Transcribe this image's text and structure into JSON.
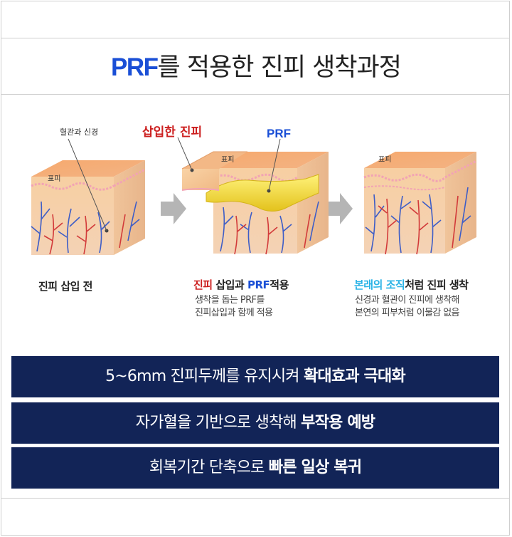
{
  "title": {
    "highlight": "PRF",
    "rest": "를 적용한 진피 생착과정"
  },
  "labels": {
    "vessel_nerve": "혈관과 신경",
    "epidermis": "표피",
    "inserted_dermis": "삽입한 진피",
    "prf": "PRF"
  },
  "steps": [
    {
      "title": "진피 삽입 전"
    },
    {
      "title_red": "진피",
      "title_mid": " 삽입과 ",
      "title_blue": "PRF",
      "title_end": "적용",
      "desc_line1": "생착을 돕는 PRF를",
      "desc_line2": "진피삽입과 함께 적용"
    },
    {
      "title_cyan": "본래의 조직",
      "title_end": "처럼 진피 생착",
      "desc_line1": "신경과 혈관이 진피에 생착해",
      "desc_line2": "본연의 피부처럼 이물감 없음"
    }
  ],
  "benefits": [
    {
      "normal": "5~6mm 진피두께를 유지시켜 ",
      "bold": "확대효과 극대화"
    },
    {
      "normal": "자가혈을 기반으로 생착해 ",
      "bold": "부작용 예방"
    },
    {
      "normal": "회복기간 단축으로 ",
      "bold": "빠른 일상 복귀"
    }
  ],
  "colors": {
    "accent_blue": "#1a4fd6",
    "accent_red": "#cc1f1f",
    "accent_cyan": "#2bb3e6",
    "banner_navy": "#122457"
  }
}
